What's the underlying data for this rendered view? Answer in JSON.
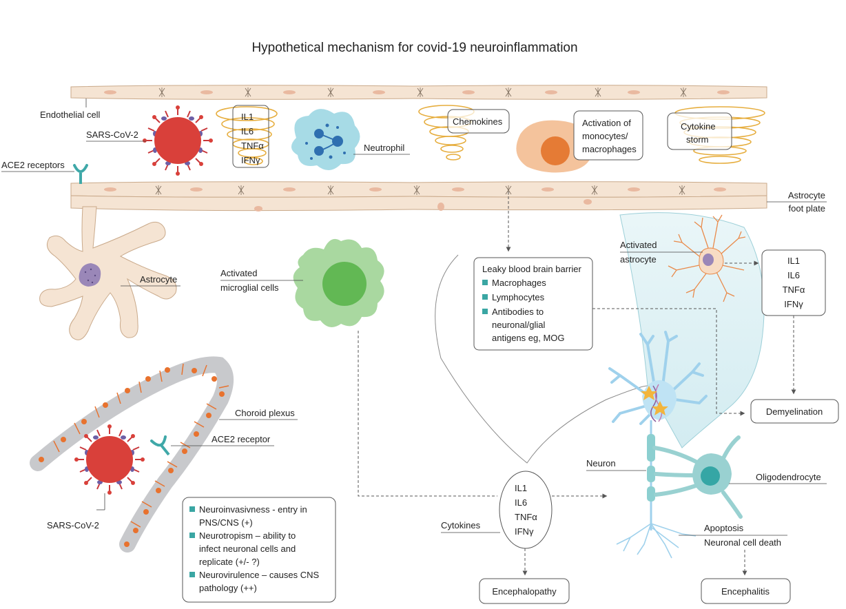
{
  "title": "Hypothetical mechanism for covid-19 neuroinflammation",
  "labels": {
    "endothelial_cell": "Endothelial cell",
    "sars_top": "SARS-CoV-2",
    "ace2_receptors": "ACE2 receptors",
    "neutrophil": "Neutrophil",
    "astrocyte": "Astrocyte",
    "astrocyte_foot_1": "Astrocyte",
    "astrocyte_foot_2": "foot plate",
    "activated_microglial_1": "Activated",
    "activated_microglial_2": "microglial cells",
    "activated_astrocyte_1": "Activated",
    "activated_astrocyte_2": "astrocyte",
    "choroid_plexus": "Choroid plexus",
    "ace2_receptor": "ACE2 receptor",
    "sars_bottom": "SARS-CoV-2",
    "neuron": "Neuron",
    "oligodendrocyte": "Oligodendrocyte",
    "apoptosis": "Apoptosis",
    "neuronal_cell_death": "Neuronal cell death",
    "cytokines": "Cytokines"
  },
  "boxes": {
    "cytokine_top": [
      "IL1",
      "IL6",
      "TNFα",
      "IFNγ"
    ],
    "chemokines": "Chemokines",
    "activation_1": "Activation of",
    "activation_2": "monocytes/",
    "activation_3": "macrophages",
    "cytokine_storm_1": "Cytokine",
    "cytokine_storm_2": "storm",
    "astro_cytokines": [
      "IL1",
      "IL6",
      "TNFα",
      "IFNγ"
    ],
    "demyelination": "Demyelination",
    "central_cytokines": [
      "IL1",
      "IL6",
      "TNFα",
      "IFNγ"
    ],
    "encephalopathy": "Encephalopathy",
    "encephalitis": "Encephalitis"
  },
  "leaky_bbb": {
    "title": "Leaky blood brain barrier",
    "item1": "Macrophages",
    "item2": "Lymphocytes",
    "item3_1": "Antibodies to",
    "item3_2": "neuronal/glial",
    "item3_3": "antigens eg, MOG"
  },
  "neuro_box": {
    "item1_1": "Neuroinvasivness - entry in",
    "item1_2": "PNS/CNS (+)",
    "item2_1": "Neurotropism – ability to",
    "item2_2": "infect neuronal cells and",
    "item2_3": "replicate (+/- ?)",
    "item3_1": "Neurovirulence – causes CNS",
    "item3_2": "pathology (++)"
  },
  "colors": {
    "endothelium": "#f5e4d3",
    "endothelium_stroke": "#c9a98a",
    "nucleus": "#e9b9a0",
    "virus": "#d9403a",
    "virus_spike": "#c8373a",
    "virus_knob": "#6d5fa6",
    "cytokine_swirl": "#e6ad3d",
    "neutrophil": "#a7dbe6",
    "neutrophil_nucleus": "#2f6fb0",
    "macrophage": "#f4c39c",
    "macrophage_nucleus": "#e57b35",
    "microglia": "#a9d8a0",
    "microglia_nucleus": "#62b854",
    "astrocyte": "#f5e4d3",
    "astrocyte_nucleus": "#9a87b8",
    "choroid": "#c8c9cc",
    "choroid_dot": "#e8722e",
    "ace2": "#3fa8a8",
    "neuron": "#bfe3f4",
    "oligodendrocyte": "#99d1d1",
    "oligo_nucleus": "#35a6a5",
    "myelin": "#8ccfd0",
    "bullet": "#3aa6a3",
    "brain_region": "#e3f3f6"
  }
}
